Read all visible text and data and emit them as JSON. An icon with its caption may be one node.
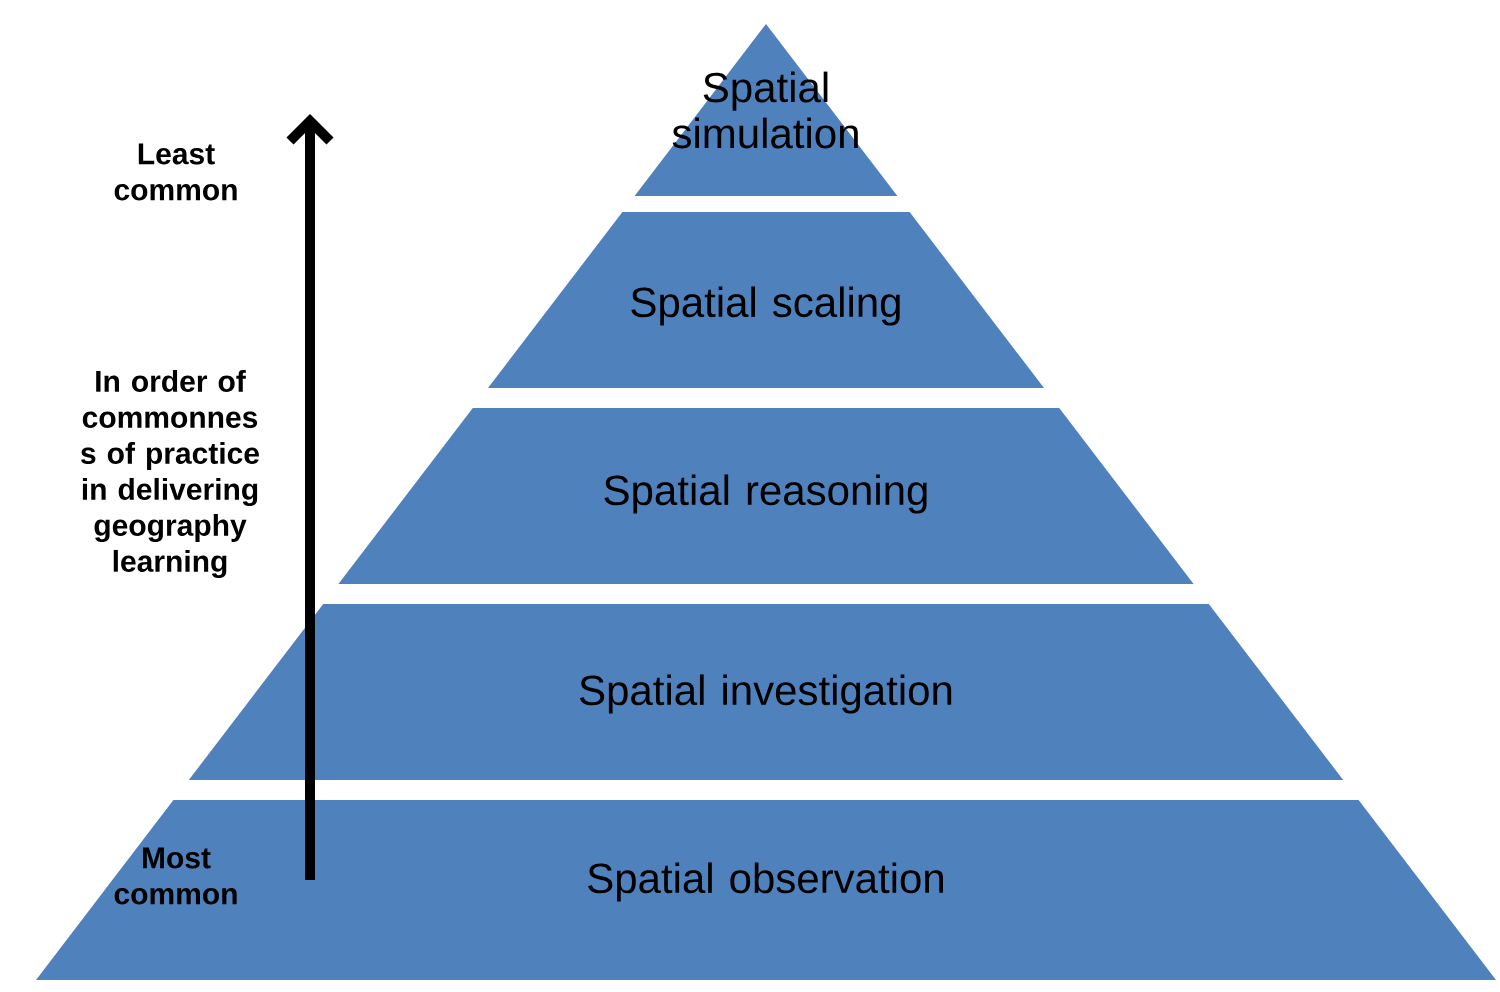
{
  "diagram": {
    "nodes": [
      {
        "text": [
          "Spatial simulation"
        ]
      },
      {
        "text": [
          "Spatial scaling"
        ]
      },
      {
        "text": [
          "Spatial reasoning"
        ]
      },
      {
        "text": [
          "Spatial investigation"
        ]
      },
      {
        "text": [
          "Spatial observation"
        ]
      }
    ],
    "labels": [
      "Least common",
      "In order of commonnes s of practice in delivering geography learning",
      "Most common"
    ]
  }
}
